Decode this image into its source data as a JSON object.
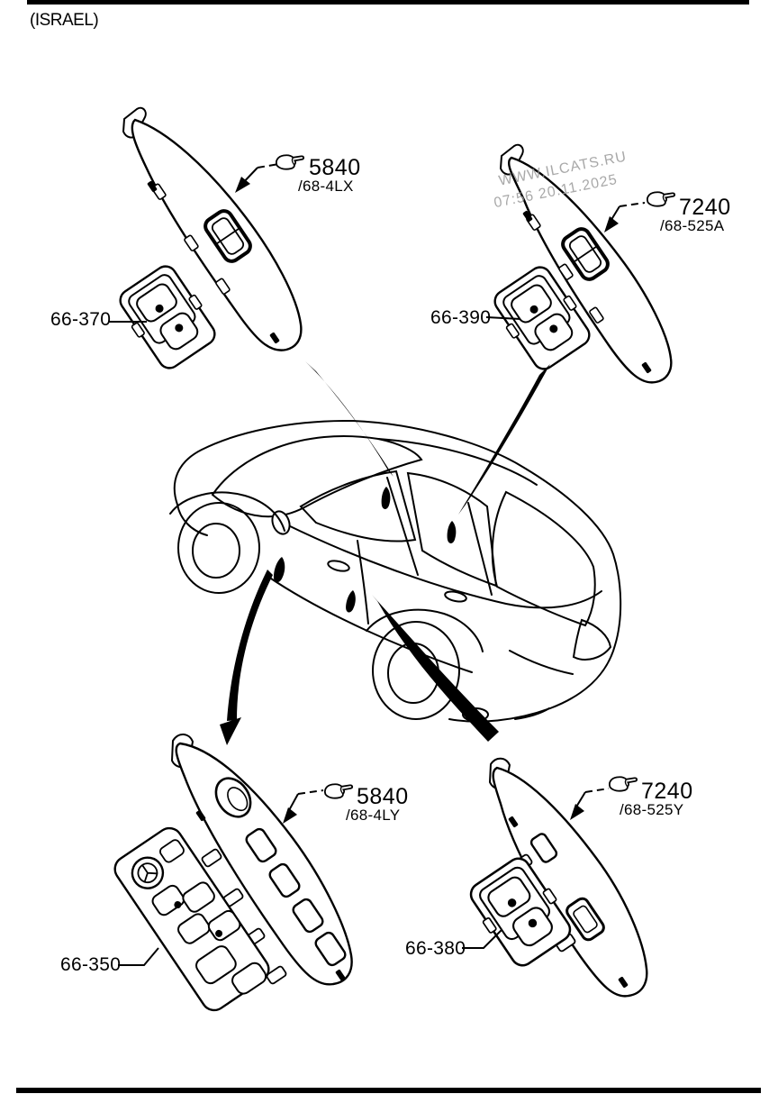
{
  "page_label": "(ISRAEL)",
  "watermark": {
    "line1": "WWW.ILCATS.RU",
    "line2": "07:56 20.11.2025"
  },
  "colors": {
    "ink": "#000000",
    "paper": "#ffffff",
    "watermark_gray": "#9a9a9a"
  },
  "icons": {
    "callout_icon": "pointing-hand-icon"
  },
  "sections": {
    "top_left": {
      "part_no": "5840",
      "variant": "/68-4LX",
      "switch_ref": "66-370"
    },
    "top_right": {
      "part_no": "7240",
      "variant": "/68-525A",
      "switch_ref": "66-390"
    },
    "bottom_left": {
      "part_no": "5840",
      "variant": "/68-4LY",
      "switch_ref": "66-350"
    },
    "bottom_right": {
      "part_no": "7240",
      "variant": "/68-525Y",
      "switch_ref": "66-380"
    }
  }
}
